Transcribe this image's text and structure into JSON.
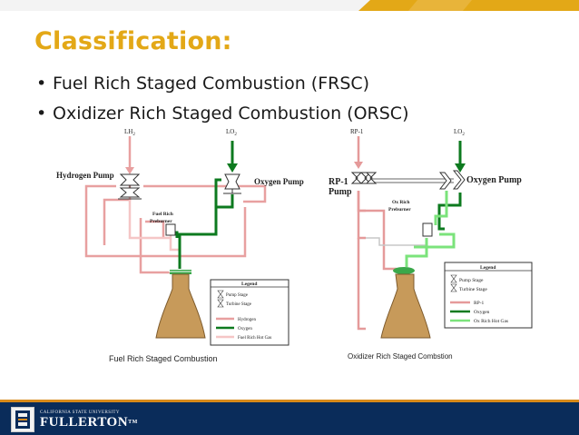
{
  "slide": {
    "title": "Classification:",
    "bullets": [
      "Fuel Rich Staged Combustion (FRSC)",
      "Oxidizer Rich Staged Combustion (ORSC)"
    ]
  },
  "frsc_diagram": {
    "lh2_label": "LH",
    "lh2_sub": "2",
    "lo2_label": "LO",
    "lo2_sub": "2",
    "hydrogen_pump": "Hydrogen Pump",
    "oxygen_pump": "Oxygen Pump",
    "preburner_line1": "Fuel Rich",
    "preburner_line2": "Preburner",
    "legend_title": "Legend",
    "legend_pump_stage": "Pump Stage",
    "legend_turbine_stage": "Turbine Stage",
    "legend_items": [
      "Hydrogen",
      "Oxygen",
      "Fuel Rich Hot Gas"
    ],
    "caption": "Fuel Rich Staged Combustion"
  },
  "orsc_diagram": {
    "rp1_label": "RP-1",
    "lo2_label": "LO",
    "lo2_sub": "2",
    "rp1_pump_line1": "RP-1",
    "rp1_pump_line2": "Pump",
    "oxygen_pump": "Oxygen Pump",
    "preburner_line1": "Ox Rich",
    "preburner_line2": "Preburner",
    "legend_title": "Legend",
    "legend_pump_stage": "Pump Stage",
    "legend_turbine_stage": "Turbine Stage",
    "legend_items": [
      "RP-1",
      "Oxygen",
      "Ox Rich Hot Gas"
    ],
    "caption": "Oxidizer Rich Staged Combstion"
  },
  "footer": {
    "university_small": "CALIFORNIA STATE UNIVERSITY",
    "university_big": "FULLERTON",
    "tm": "TM"
  },
  "colors": {
    "title": "#E3A817",
    "hydrogen": "#E8A0A0",
    "oxygen_dark": "#0D7A1F",
    "oxygen_light": "#7BE37B",
    "hot_gas_pink": "#F5C6C6",
    "rp1": "#E59A9A",
    "nozzle": "#C79A5A",
    "footer_bg": "#0a2c5a",
    "footer_rule": "#d88a1a"
  }
}
